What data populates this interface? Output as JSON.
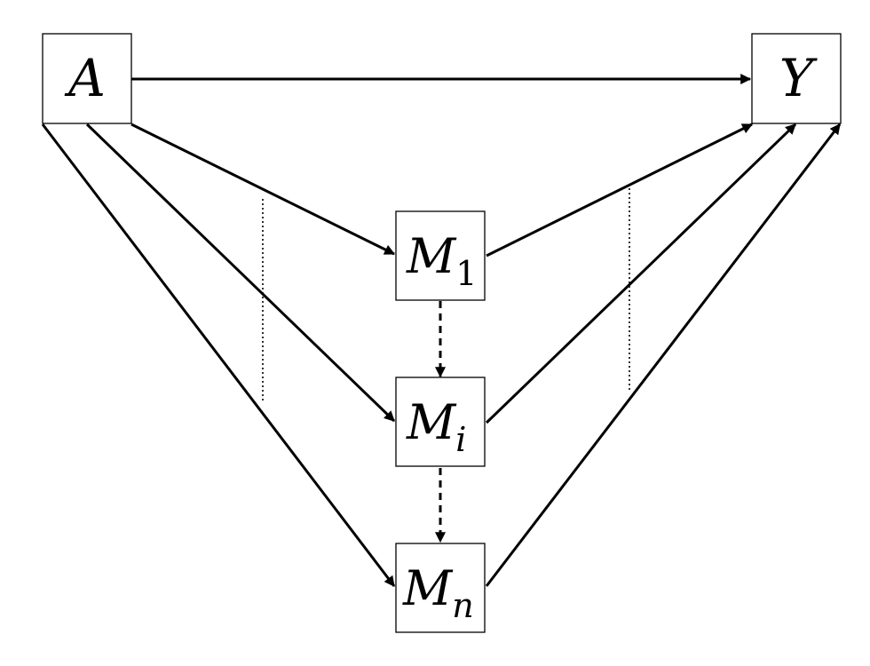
{
  "nodes": {
    "A": {
      "label": "A"
    },
    "Y": {
      "label": "Y"
    },
    "M1": {
      "base": "M",
      "sub": "1"
    },
    "Mi": {
      "base": "M",
      "sub": "i"
    },
    "Mn": {
      "base": "M",
      "sub": "n"
    }
  },
  "edges": [
    {
      "from": "A",
      "to": "Y",
      "style": "solid"
    },
    {
      "from": "A",
      "to": "M1",
      "style": "solid"
    },
    {
      "from": "A",
      "to": "Mi",
      "style": "solid"
    },
    {
      "from": "A",
      "to": "Mn",
      "style": "solid"
    },
    {
      "from": "M1",
      "to": "Y",
      "style": "solid"
    },
    {
      "from": "Mi",
      "to": "Y",
      "style": "solid"
    },
    {
      "from": "Mn",
      "to": "Y",
      "style": "solid"
    },
    {
      "from": "M1",
      "to": "Mi",
      "style": "dashed"
    },
    {
      "from": "Mi",
      "to": "Mn",
      "style": "dashed"
    }
  ],
  "colors": {
    "stroke": "#000000",
    "background": "#ffffff"
  }
}
